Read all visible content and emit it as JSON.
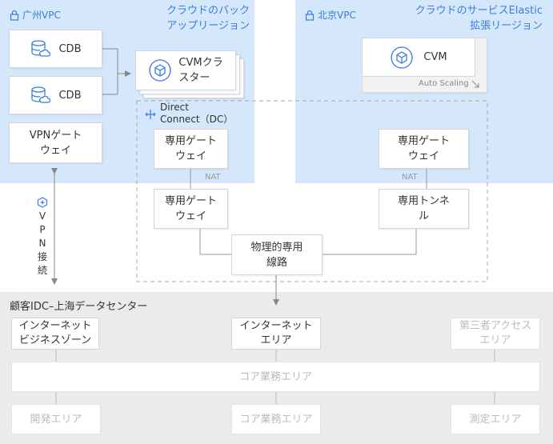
{
  "gz": {
    "region_label": "广州VPC",
    "note_line1": "クラウドのバック",
    "note_line2": "アップリージョン",
    "cdb1": "CDB",
    "cdb2": "CDB",
    "cvm_cluster_line1": "CVMクラ",
    "cvm_cluster_line2": "スター",
    "vpn_gw_line1": "VPNゲート",
    "vpn_gw_line2": "ウェイ"
  },
  "bj": {
    "region_label": "北京VPC",
    "note_line1": "クラウドのサービスElastic",
    "note_line2": "拡張リージョン",
    "cvm": "CVM",
    "auto_scaling": "Auto Scaling"
  },
  "dc": {
    "label_line1": "Direct",
    "label_line2": "Connect（DC）",
    "gw_gz_line1": "専用ゲート",
    "gw_gz_line2": "ウェイ",
    "gw_bj_line1": "専用ゲート",
    "gw_bj_line2": "ウェイ",
    "nat_left": "NAT",
    "nat_right": "NAT",
    "gw_left_line1": "専用ゲート",
    "gw_left_line2": "ウェイ",
    "tunnel_line1": "専用トンネ",
    "tunnel_line2": "ル",
    "physical_line1": "物理的専用",
    "physical_line2": "線路"
  },
  "vpn": {
    "chars": [
      "V",
      "P",
      "N",
      "接",
      "続"
    ]
  },
  "idc": {
    "title": "顧客IDC–上海データセンター",
    "internet_biz_line1": "インターネット",
    "internet_biz_line2": "ビジネスゾーン",
    "internet_area_line1": "インターネット",
    "internet_area_line2": "エリア",
    "third_party_line1": "第三者アクセス",
    "third_party_line2": "エリア",
    "core_bar": "コア業務エリア",
    "dev_area": "開発エリア",
    "core_area": "コア業務エリア",
    "test_area": "測定エリア"
  },
  "colors": {
    "region_bg": "#d5e8fb",
    "accent": "#3a7be0",
    "idc_bg": "#ebebeb"
  }
}
